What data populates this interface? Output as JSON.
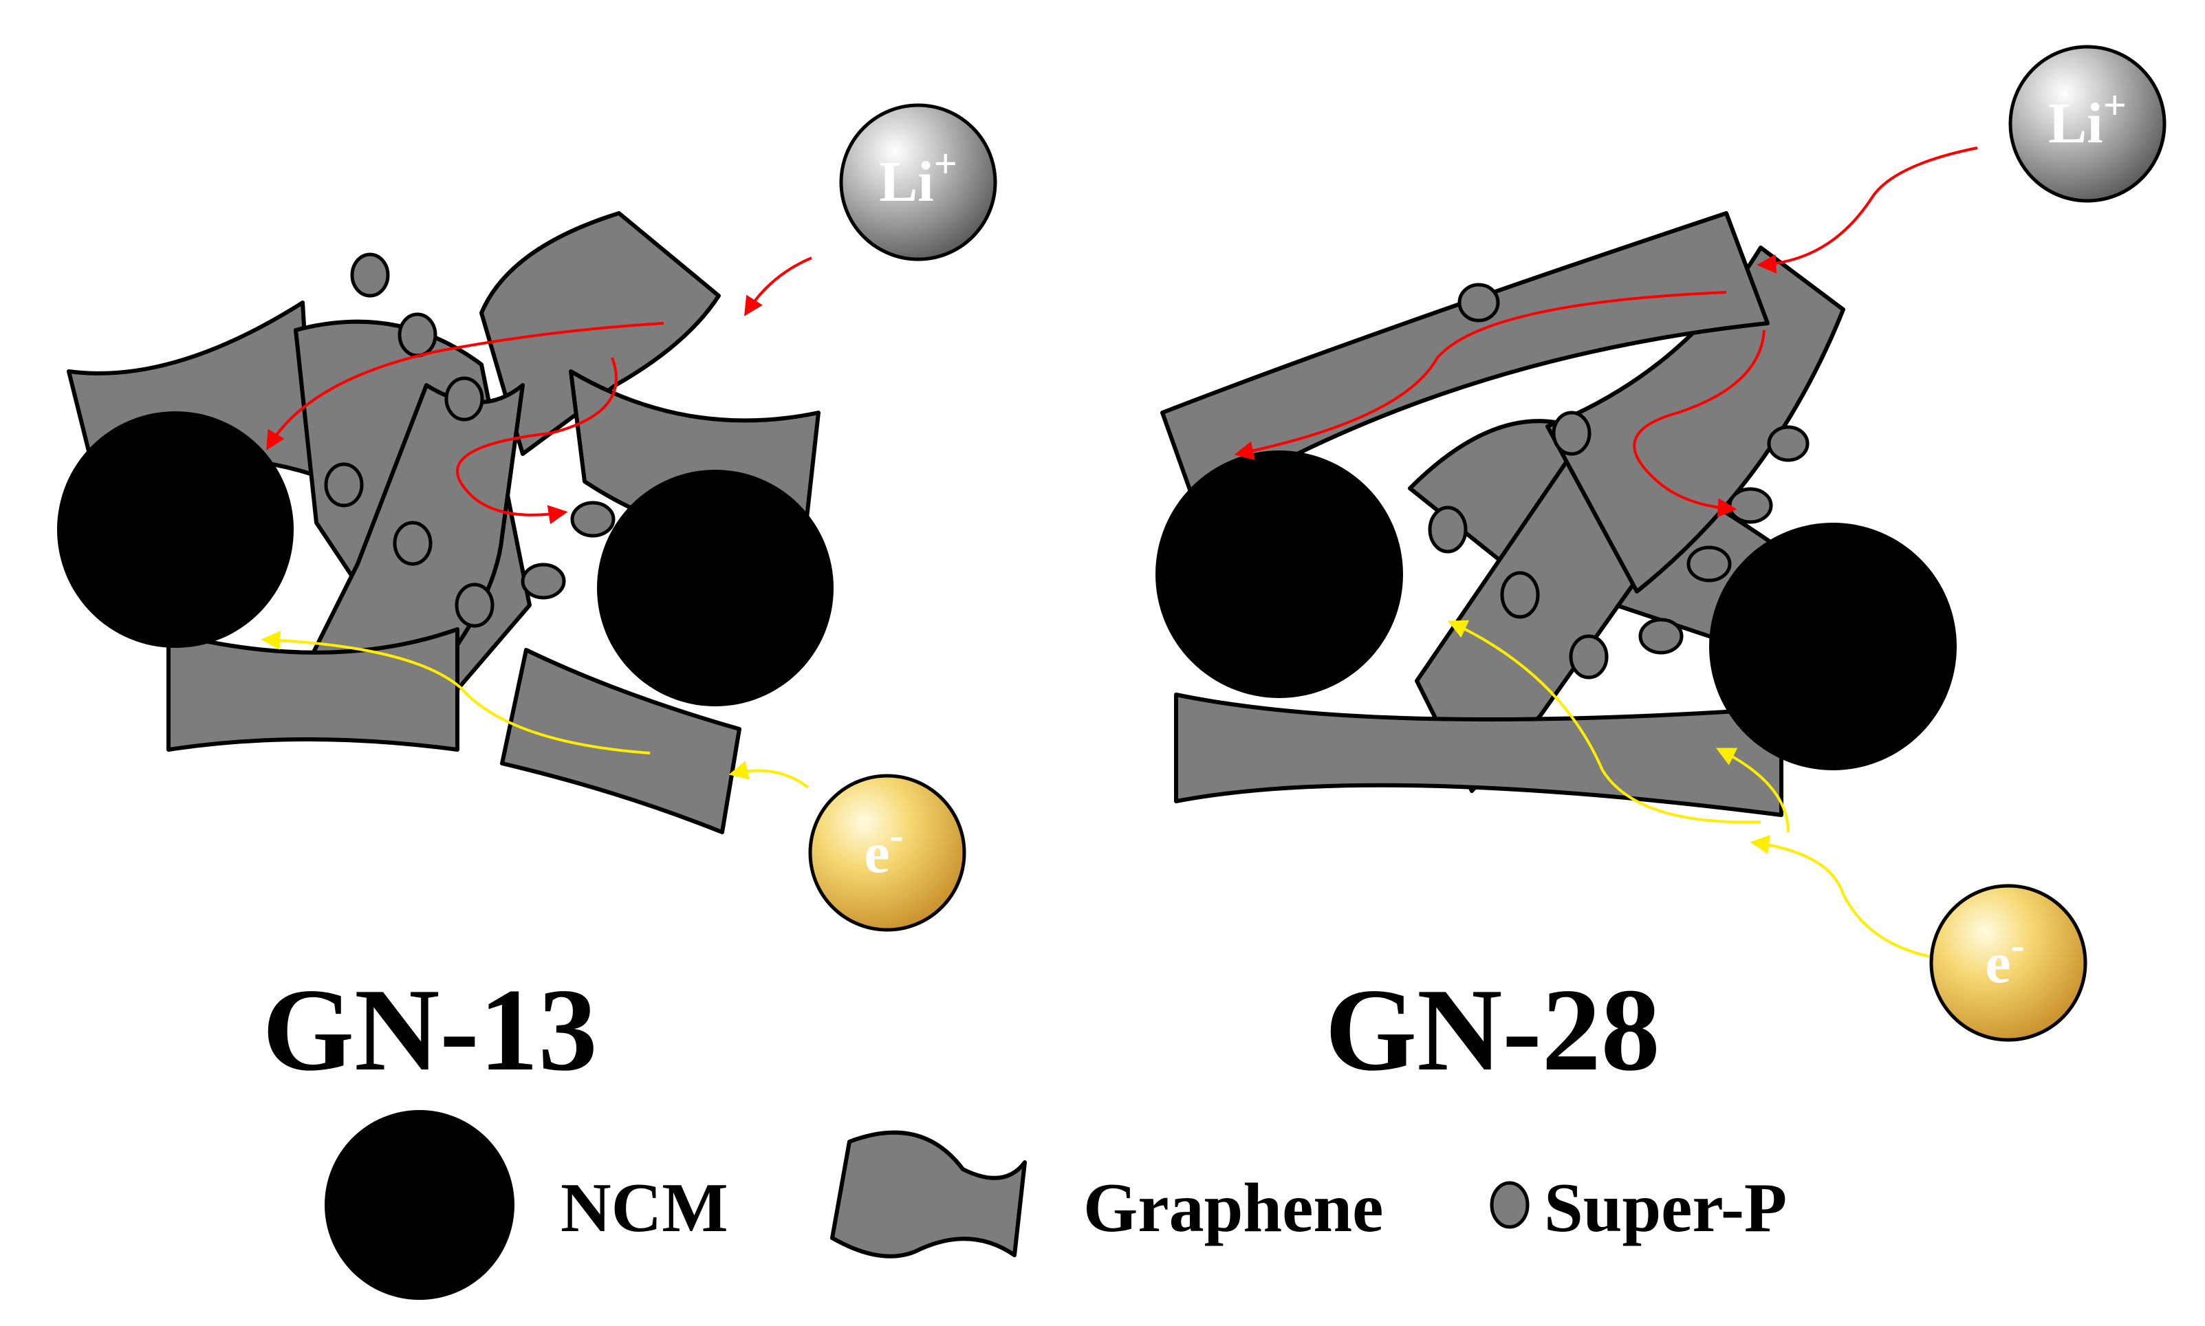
{
  "panels": [
    {
      "title": "GN-13"
    },
    {
      "title": "GN-28"
    }
  ],
  "ions": {
    "lithium": {
      "base": "Li",
      "charge": "+"
    },
    "electron": {
      "base": "e",
      "charge": "-"
    }
  },
  "legend": {
    "ncm": "NCM",
    "graphene": "Graphene",
    "superp": "Super-P"
  },
  "colors": {
    "ncm": "#000000",
    "graphene": "#7d7d7d",
    "lithium_path": "#ff0000",
    "electron_path": "#ffee00",
    "lithium_ion": "#9a9a9a",
    "electron_ion": "#f2c54a"
  }
}
